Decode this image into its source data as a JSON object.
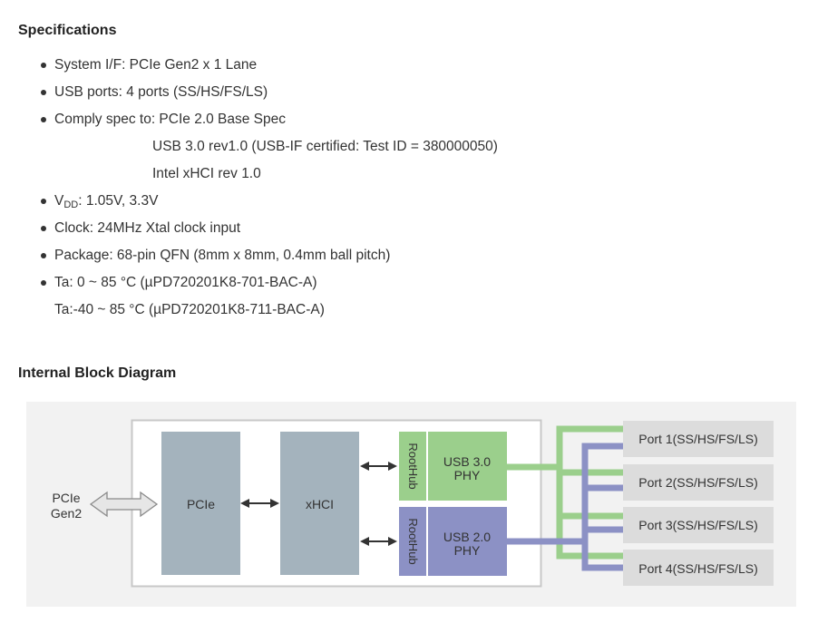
{
  "specifications": {
    "heading": "Specifications",
    "items": [
      {
        "text": "System I/F: PCIe Gen2 x 1 Lane"
      },
      {
        "text": "USB ports: 4 ports (SS/HS/FS/LS)"
      },
      {
        "text": "Comply spec to: PCIe 2.0 Base Spec"
      },
      {
        "text": "USB 3.0 rev1.0 (USB-IF certified: Test ID = 380000050)"
      },
      {
        "text": "Intel xHCI rev 1.0"
      },
      {
        "prefix": "V",
        "subscript": "DD",
        "text": ": 1.05V, 3.3V"
      },
      {
        "text": "Clock: 24MHz Xtal clock input"
      },
      {
        "text": "Package: 68-pin QFN (8mm x 8mm, 0.4mm ball pitch)"
      },
      {
        "text": "Ta: 0 ~ 85 °C (µPD720201K8-701-BAC-A)"
      },
      {
        "text": "Ta:-40 ~ 85 °C (µPD720201K8-711-BAC-A)"
      }
    ]
  },
  "diagram": {
    "heading": "Internal Block Diagram",
    "pcie_external_line1": "PCIe",
    "pcie_external_line2": "Gen2",
    "pcie_block": "PCIe",
    "xhci_block": "xHCI",
    "roothub_upper": "RootHub",
    "roothub_lower": "RootHub",
    "usb3_phy_line1": "USB 3.0",
    "usb3_phy_line2": "PHY",
    "usb2_phy_line1": "USB 2.0",
    "usb2_phy_line2": "PHY",
    "ports": [
      "Port 1(SS/HS/FS/LS)",
      "Port 2(SS/HS/FS/LS)",
      "Port 3(SS/HS/FS/LS)",
      "Port 4(SS/HS/FS/LS)"
    ],
    "colors": {
      "usb3_green": "#9bcf8c",
      "usb2_purple": "#8c91c5",
      "block_gray": "#a4b3bd",
      "port_gray": "#dcdcdc",
      "panel_background": "#f2f2f2"
    }
  }
}
